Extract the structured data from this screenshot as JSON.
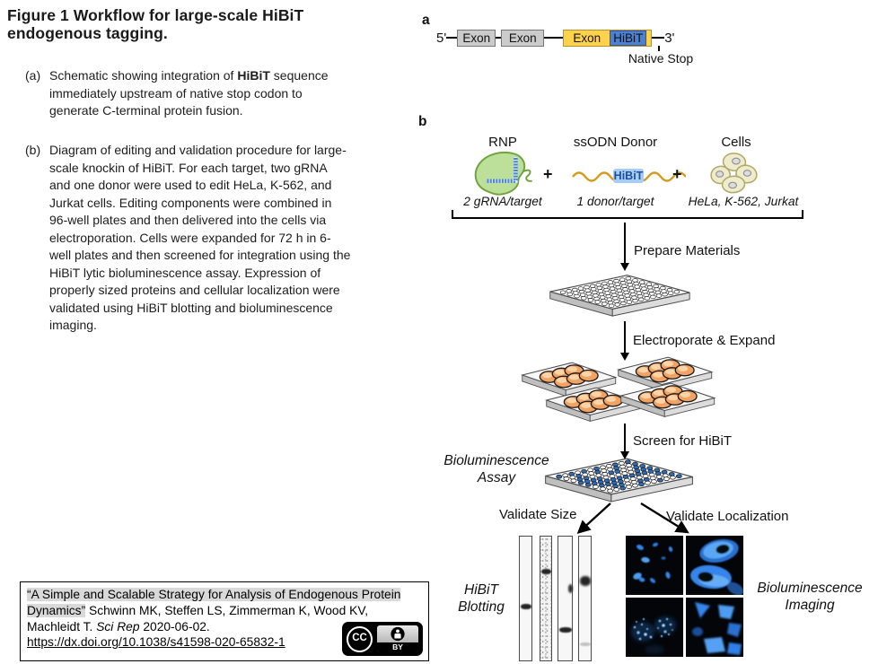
{
  "caption": {
    "title": "Figure 1 Workflow for large-scale HiBiT endogenous tagging.",
    "item_a_label": "(a)",
    "item_a_pre": "Schematic showing integration of ",
    "item_a_bold": "HiBiT",
    "item_a_post": " sequence immediately upstream of native stop codon to generate C-terminal protein fusion.",
    "item_b_label": "(b)",
    "item_b_text": "Diagram of editing and validation procedure for large-scale knockin of HiBiT. For each target, two gRNA and one donor were used to edit HeLa, K-562, and Jurkat cells. Editing components were combined in 96-well plates and then delivered into the cells via electroporation. Cells were expanded for 72 h in 6-well plates and then screened for integration using the HiBiT lytic bioluminescence assay. Expression of properly sized proteins and cellular localization were validated using HiBiT blotting and bioluminescence imaging."
  },
  "panel_a": {
    "label": "a",
    "five_prime": "5'",
    "exon1": "Exon",
    "exon2": "Exon",
    "exon3": "Exon",
    "hibit": "HiBiT",
    "three_prime": "3'",
    "native_stop": "Native Stop"
  },
  "panel_b": {
    "label": "b",
    "rnp_title": "RNP",
    "rnp_sub": "2 gRNA/target",
    "plus1": "+",
    "donor_title": "ssODN Donor",
    "donor_tag": "HiBiT",
    "donor_sub": "1 donor/target",
    "plus2": "+",
    "cells_title": "Cells",
    "cells_sub": "HeLa, K-562, Jurkat",
    "step1": "Prepare Materials",
    "step2": "Electroporate & Expand",
    "step3": "Screen for HiBiT",
    "assay_line1": "Bioluminescence",
    "assay_line2": "Assay",
    "validate_size": "Validate Size",
    "validate_localization": "Validate Localization",
    "blot_line1": "HiBiT",
    "blot_line2": "Blotting",
    "imaging_line1": "Bioluminescence",
    "imaging_line2": "Imaging"
  },
  "citation": {
    "quoted": "“A Simple and Scalable Strategy for Analysis of Endogenous Protein Dynamics”",
    "authors1": " Schwinn MK, Steffen LS, Zimmerman K, Wood KV,",
    "authors2": "Machleidt T. ",
    "journal": "Sci Rep",
    "date": " 2020-06-02.",
    "url": "https://dx.doi.org/10.1038/s41598-020-65832-1",
    "license_cc": "CC",
    "license_by": "BY"
  },
  "colors": {
    "exon_gray": "#cbcbcb",
    "exon_yellow": "#ffd24d",
    "hibit_blue": "#4d80d0",
    "donor_orange": "#d49b22",
    "donor_tag_blue": "#a9cdf2",
    "rnp_green": "#bcdf99",
    "cell_beige": "#efecce",
    "well_orange": "#f2a262",
    "assay_well_blue": "#2e6cb5",
    "imaging_blue": "#2f7fe8",
    "highlight_gray": "#d9d9d9"
  }
}
